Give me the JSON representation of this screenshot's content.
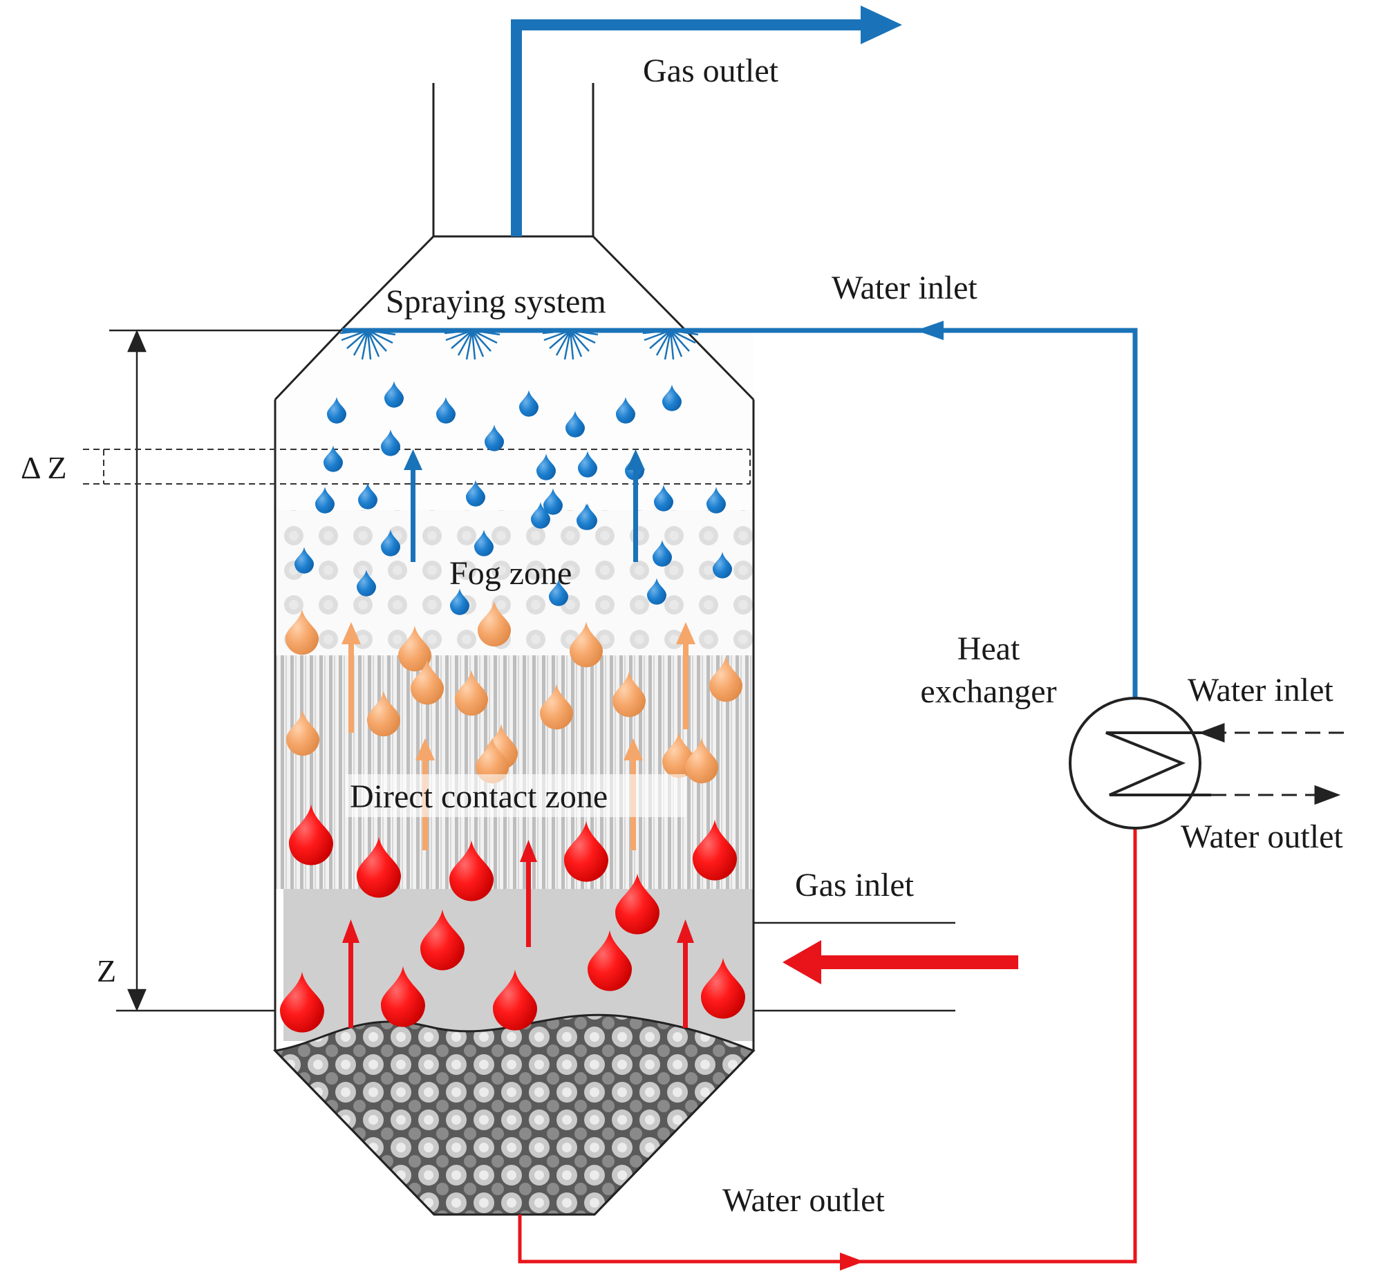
{
  "labels": {
    "gas_outlet": "Gas outlet",
    "spraying_system": "Spraying system",
    "water_inlet_top": "Water inlet",
    "delta_z": "Δ Z",
    "fog_zone": "Fog zone",
    "heat_exchanger_line1": "Heat",
    "heat_exchanger_line2": "exchanger",
    "hx_water_inlet": "Water inlet",
    "hx_water_outlet": "Water outlet",
    "direct_contact_zone": "Direct contact zone",
    "gas_inlet": "Gas inlet",
    "z_label": "Z",
    "water_outlet_bottom": "Water outlet"
  },
  "colors": {
    "cold_water": "#1a73b8",
    "hot_water": "#e8141a",
    "warm_droplet": "#f5a66a",
    "outline": "#222222"
  }
}
